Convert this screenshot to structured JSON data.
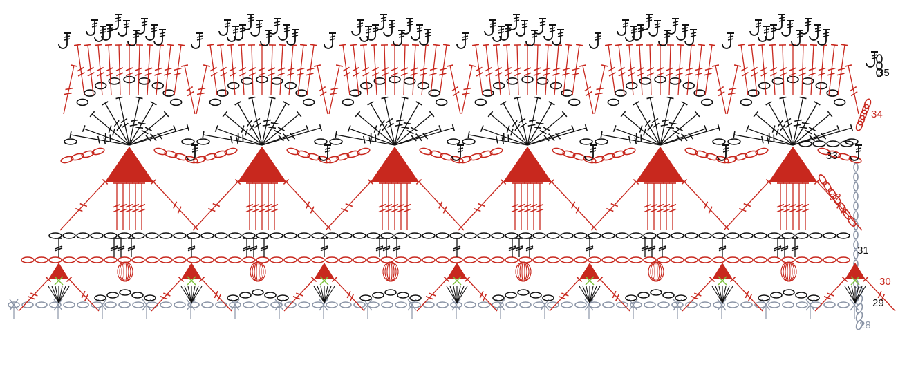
{
  "colors": {
    "red": "#c8281e",
    "black": "#111111",
    "grey": "#8a94a6",
    "green": "#7cc23a",
    "background": "#ffffff"
  },
  "repeat_count": 6,
  "rounds": [
    {
      "number": "28",
      "color": "#8a94a6"
    },
    {
      "number": "29",
      "color": "#111111"
    },
    {
      "number": "30",
      "color": "#c8281e"
    },
    {
      "number": "31",
      "color": "#111111"
    },
    {
      "number": "32",
      "color": "#c8281e"
    },
    {
      "number": "33",
      "color": "#111111"
    },
    {
      "number": "34",
      "color": "#c8281e"
    },
    {
      "number": "35",
      "color": "#111111"
    }
  ],
  "symbols": [
    "chain-icon",
    "single-crochet-icon",
    "double-crochet-icon",
    "treble-crochet-icon",
    "cluster-icon",
    "slip-stitch-icon",
    "picot-icon",
    "bobble-icon"
  ]
}
